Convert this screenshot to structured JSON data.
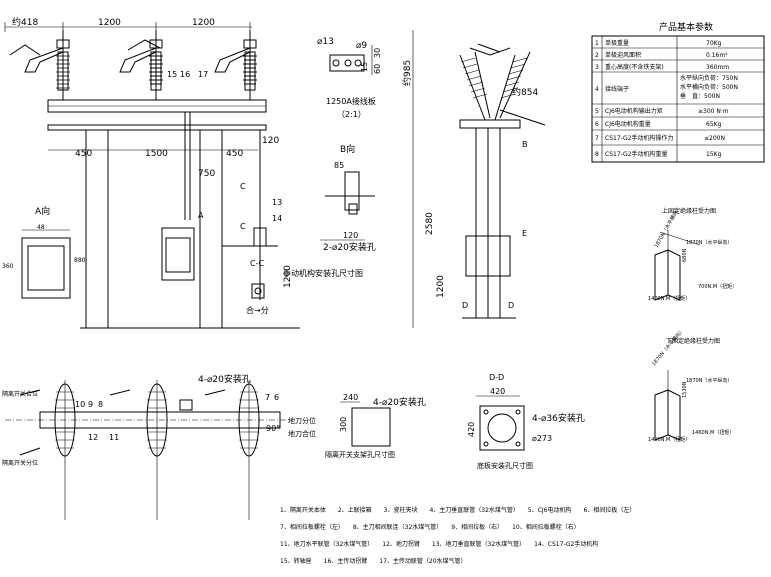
{
  "front_view": {
    "dims_top": [
      "约418",
      "1200",
      "1200"
    ],
    "part_labels": [
      "15",
      "16",
      "17"
    ],
    "dims_mid": [
      "450",
      "1500",
      "450"
    ],
    "dim_120": "120",
    "dim_750": "750",
    "dim_1200": "1200",
    "a_view": "A向",
    "a_arrow": "A",
    "side_dims": [
      "48",
      "360",
      "880"
    ],
    "c_marks": [
      "C",
      "C"
    ],
    "labels_13_14": [
      "13",
      "14"
    ],
    "cc_title": "C-C",
    "cc_caption": "合→分"
  },
  "plate_detail": {
    "diameters": [
      "⌀13",
      "⌀9"
    ],
    "dims": [
      "30",
      "60",
      "15"
    ],
    "caption": "1250A接线板",
    "scale": "（2:1）"
  },
  "b_view": {
    "title": "B向",
    "dim_85": "85",
    "dim_120": "120",
    "holes": "2-⌀20安装孔",
    "caption": "手动机构安装孔尺寸图"
  },
  "side_view": {
    "dim_top": "约985",
    "dim_854": "约854",
    "dim_2580": "2580",
    "dim_1200": "1200",
    "label_e": "E",
    "label_b": "B",
    "d_marks": [
      "D",
      "D"
    ]
  },
  "parameters": {
    "title": "产品基本参数",
    "rows": [
      {
        "no": "1",
        "name": "单极重量",
        "value": "70Kg"
      },
      {
        "no": "2",
        "name": "单极迎风面积",
        "value": "0.16m²"
      },
      {
        "no": "3",
        "name": "重心高度(不含铁支架)",
        "value": "360mm"
      },
      {
        "no": "4",
        "name": "接线端子",
        "value": "水平纵向负荷：750N\n水平横向负荷：500N\n垂　直：500N"
      },
      {
        "no": "5",
        "name": "CJ6电动机构输出力矩",
        "value": "≥300 N·m"
      },
      {
        "no": "6",
        "name": "CJ6电动机构重量",
        "value": "65Kg"
      },
      {
        "no": "7",
        "name": "CS17-G2手动机构操作力",
        "value": "≤200N"
      },
      {
        "no": "8",
        "name": "CS17-G2手动机构重量",
        "value": "15Kg"
      }
    ]
  },
  "upper_force": {
    "title": "上固定绝缘柱受力图",
    "labels": [
      "1870N（水平纵向）",
      "1870N（水平横向）",
      "680N",
      "1400N.M（扭矩）",
      "700N.M（扭矩）"
    ]
  },
  "lower_force": {
    "title": "下固定绝缘柱受力图",
    "labels": [
      "1870N（水平纵向）",
      "1870N（水平横向）",
      "1530N",
      "1400N.M（扭矩）",
      "1460N.M（扭矩）"
    ]
  },
  "plan_view": {
    "mount_holes": "4-⌀20安装孔",
    "parts": [
      "10",
      "9",
      "8",
      "7",
      "6",
      "12",
      "11"
    ],
    "angle": "90°",
    "side_labels": [
      "隔离开关合位",
      "隔离开关分位"
    ],
    "ground_labels": [
      "地刀分位",
      "地刀合位"
    ]
  },
  "bolt_plan": {
    "dim_240": "240",
    "dim_300": "300",
    "holes": "4-⌀20安装孔",
    "caption": "隔离开关支架孔尺寸图"
  },
  "base_detail": {
    "title": "D-D",
    "dim_420_h": "420",
    "dim_420_v": "420",
    "holes": "4-⌀36安装孔",
    "diameter": "⌀273",
    "caption": "底板安装孔尺寸图"
  },
  "legend": [
    "1、隔离开关本体　　2、上联接箱　　3、瓷柱夹块　　4、主刀垂直联管（32水煤气管）　　5、CJ6电动机构　　6、相间拉板（左）",
    "7、相间拉板螺栓（左）　　8、主刀相间联连（32水煤气管）　　9、相间拉板（右）　　10、相间拉板螺栓（右）",
    "11、地刀水平联管（32水煤气管）　　12、地刀拐臂　　13、地刀垂直联管（32水煤气管）　　14、CS17-G2手动机构",
    "15、转轴座　　16、主传动拐臂　　17、主传动联管（20水煤气管）"
  ]
}
